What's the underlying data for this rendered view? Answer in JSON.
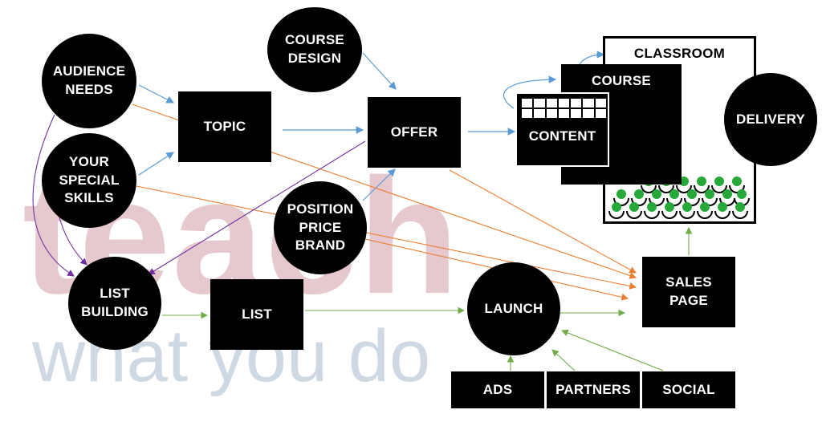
{
  "watermark": {
    "line1": "teach",
    "line2": "what you do"
  },
  "nodes": {
    "audience_needs": "AUDIENCE NEEDS",
    "course_design": "COURSE DESIGN",
    "topic": "TOPIC",
    "offer": "OFFER",
    "your_special_skills": "YOUR SPECIAL SKILLS",
    "position_price_brand": "POSITION PRICE BRAND",
    "list_building": "LIST BUILDING",
    "list": "LIST",
    "launch": "LAUNCH",
    "sales_page": "SALES PAGE",
    "ads": "ADS",
    "partners": "PARTNERS",
    "social": "SOCIAL",
    "classroom": "CLASSROOM",
    "course": "COURSE",
    "content": "CONTENT",
    "delivery": "DELIVERY"
  },
  "colors": {
    "blue_arrow": "#5b9bd5",
    "orange_arrow": "#ed7d31",
    "purple_arrow": "#7030a0",
    "green_arrow": "#70ad47",
    "student_green": "#27a83a"
  }
}
